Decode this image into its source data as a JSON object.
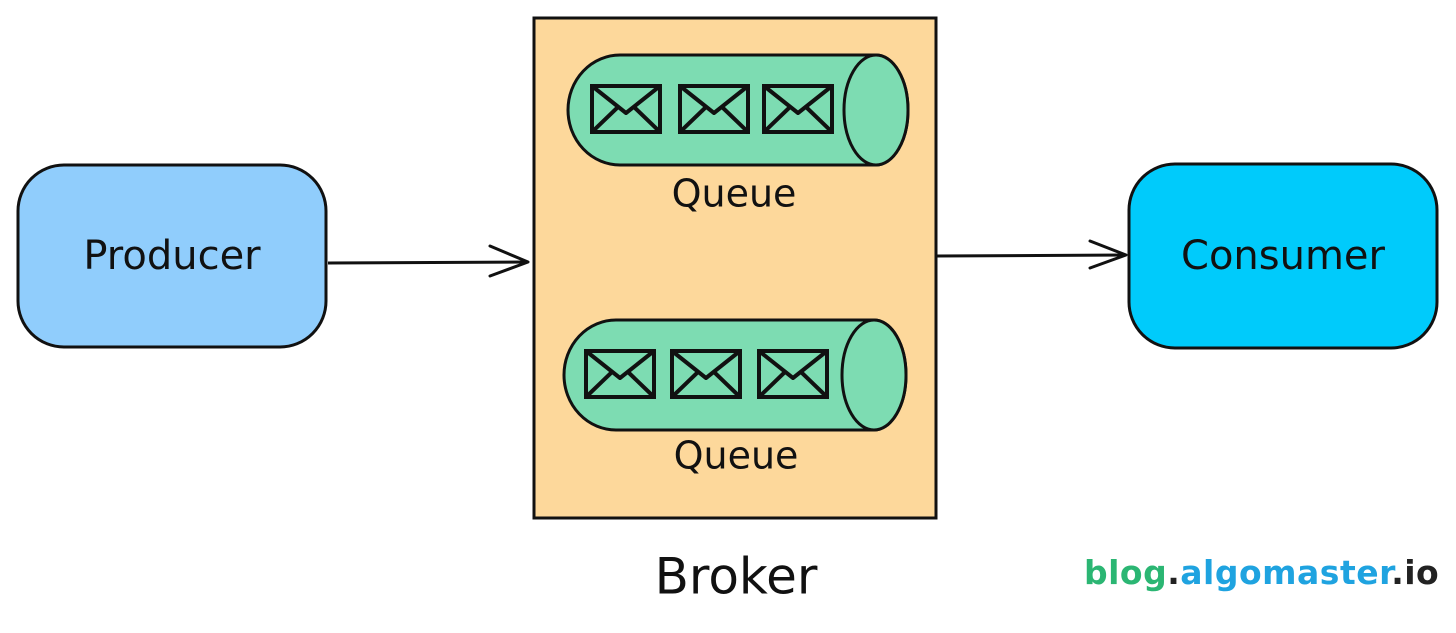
{
  "producer": {
    "label": "Producer"
  },
  "consumer": {
    "label": "Consumer"
  },
  "broker": {
    "label": "Broker",
    "queues": [
      {
        "label": "Queue"
      },
      {
        "label": "Queue"
      }
    ]
  },
  "watermark": {
    "part1": "blog",
    "dot1": ".",
    "part2": "algomaster",
    "dot2": ".",
    "part3": "io"
  },
  "colors": {
    "producer_fill": "#90cdfc",
    "consumer_fill": "#00cbfb",
    "broker_fill": "#fdd89b",
    "queue_fill": "#7ddcb2",
    "stroke": "#111111"
  }
}
